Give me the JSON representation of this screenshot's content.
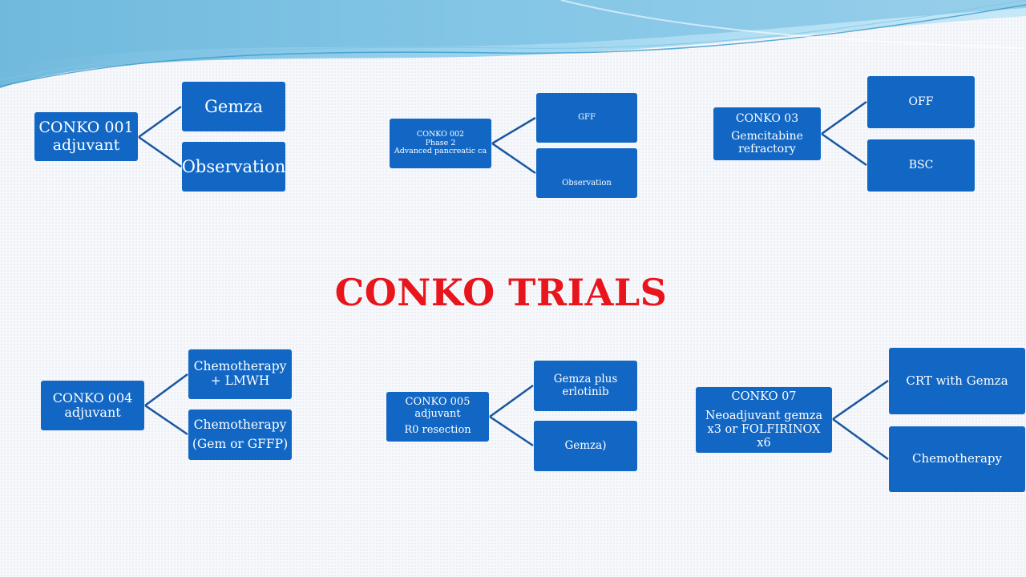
{
  "title": "CONKO TRIALS",
  "colors": {
    "box": "#1267c4",
    "connector": "#1a56a0",
    "title": "#e8151c",
    "box_text": "#ffffff"
  },
  "trials": [
    {
      "root": [
        "CONKO 001",
        "adjuvant"
      ],
      "branches": [
        [
          "Gemza"
        ],
        [
          "Observation"
        ]
      ]
    },
    {
      "root": [
        "CONKO 002",
        "Phase 2",
        "Advanced  pancreatic ca"
      ],
      "branches": [
        [
          "GFF"
        ],
        [
          "Observation"
        ]
      ]
    },
    {
      "root": [
        "CONKO 03",
        "Gemcitabine",
        "refractory"
      ],
      "branches": [
        [
          "OFF"
        ],
        [
          "BSC"
        ]
      ]
    },
    {
      "root": [
        "CONKO 004",
        "adjuvant"
      ],
      "branches": [
        [
          "Chemotherapy",
          "+ LMWH"
        ],
        [
          "Chemotherapy",
          "(Gem or GFFP)"
        ]
      ]
    },
    {
      "root": [
        "CONKO 005",
        "adjuvant",
        "R0 resection"
      ],
      "branches": [
        [
          "Gemza plus",
          "erlotinib"
        ],
        [
          "Gemza)"
        ]
      ]
    },
    {
      "root": [
        "CONKO 07",
        "Neoadjuvant gemza",
        "x3 or FOLFIRINOX x6"
      ],
      "branches": [
        [
          "CRT with Gemza"
        ],
        [
          "Chemotherapy"
        ]
      ]
    }
  ]
}
